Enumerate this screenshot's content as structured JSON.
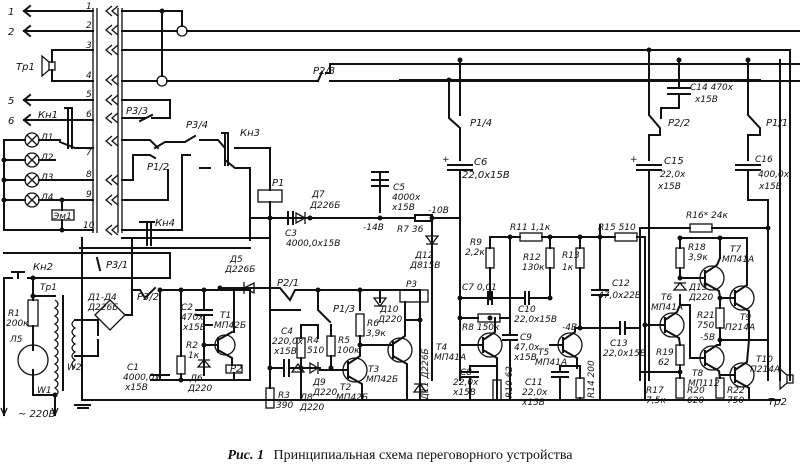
{
  "caption": {
    "prefix": "Рис. 1",
    "title": "Принципиальная схема переговорного устройства"
  },
  "connector": {
    "pins": [
      "1",
      "2",
      "3",
      "4",
      "5",
      "6",
      "7",
      "8",
      "9",
      "10"
    ],
    "external_lines": [
      "1",
      "2",
      "5",
      "6"
    ]
  },
  "labels": {
    "tr1_speaker": "Тр1",
    "tr2_speaker": "Тр2",
    "kn1": "Кн1",
    "kn2": "Кн2",
    "kn3": "Кн3",
    "kn4": "Кн4",
    "l1": "Л1",
    "l2": "Л2",
    "l3": "Л3",
    "l4": "Л4",
    "l5": "Л5",
    "em1": "Эм1",
    "p3_3": "Р3/3",
    "p3_4": "Р3/4",
    "p1_2": "Р1/2",
    "p3_1": "Р3/1",
    "p3_2": "Р3/2",
    "p2_3": "Р2/3",
    "p1_4": "Р1/4",
    "p2_2": "Р2/2",
    "p1_1": "Р1/1",
    "p2_1": "Р2/1",
    "p1_3": "Р1/3",
    "p1": "Р1",
    "p2": "Р2",
    "p3": "Р3",
    "r1": "R1",
    "r1_val": "200к",
    "tr1_xfmr": "Тр1",
    "w1": "W1",
    "w2": "W2",
    "mains": "~ 220В",
    "d1d4": "Д1-Д4",
    "d1d4_type": "Д226Б",
    "c1": "C1",
    "c1_val1": "4000,0х",
    "c1_val2": "х15В",
    "r2": "R2",
    "r2_val": "1к",
    "c2": "C2",
    "c2_val1": "470х",
    "c2_val2": "х15В",
    "d6": "Д6",
    "d6_type": "Д220",
    "t1": "Т1",
    "t1_type": "МП42Б",
    "d5": "Д5",
    "d5_type": "Д226Б",
    "d7": "Д7",
    "d7_type": "Д226Б",
    "c3": "C3",
    "c3_val": "4000,0х15В",
    "c5": "C5",
    "c5_val1": "4000х",
    "c5_val2": "х15В",
    "v14": "-14В",
    "v10": "-10В",
    "v4": "-4В",
    "v5": "-5В",
    "r7": "R7 36",
    "d12": "Д12",
    "d12_type": "Д815В",
    "c4": "C4",
    "c4_val1": "220,0х",
    "c4_val2": "х15В",
    "r3": "R3",
    "r3_val": "390",
    "r4": "R4",
    "r4_val": "510",
    "r5": "R5",
    "r5_val": "100к",
    "r6": "R6",
    "r6_val": "3,9к",
    "d8": "Д8",
    "d8_type": "Д220",
    "d9": "Д9",
    "d9_type": "Д220",
    "d10": "Д10",
    "d10_type": "Д220",
    "d11": "Д11 Д226Б",
    "t2": "Т2",
    "t2_type": "МП42Б",
    "t3": "Т3",
    "t3_type": "МП42Б",
    "c6": "C6",
    "c6_val": "22,0х15В",
    "c14": "C14 470х",
    "c14_val2": "х15В",
    "c15": "C15",
    "c15_val1": "22,0х",
    "c15_val2": "х15В",
    "c16": "C16",
    "c16_val1": "400,0х",
    "c16_val2": "х15В",
    "r9": "R9",
    "r9_val": "2,2к",
    "r11": "R11 1,1к",
    "r12": "R12",
    "r12_val": "130к",
    "r13": "R13",
    "r13_val": "1к",
    "r15": "R15 510",
    "r16": "R16* 24к",
    "c7": "C7 0,01",
    "r8": "R8 150к",
    "c10": "C10",
    "c10_val": "22,0х15В",
    "c9": "C9",
    "c9_val1": "47,0х",
    "c9_val2": "х15В",
    "c12": "C12",
    "c12_val": "47,0х22В",
    "c13": "C13",
    "c13_val": "22,0х15В",
    "t4": "Т4",
    "t4_type": "МП41А",
    "t5": "Т5",
    "t5_type": "МП41А",
    "c8": "C8",
    "c8_val1": "22,0х",
    "c8_val2": "х15В",
    "c11": "C11",
    "c11_val1": "22,0х",
    "c11_val2": "х15В",
    "r10": "R10 62",
    "r14": "R14 200",
    "r17": "R17",
    "r17_val": "7,5к",
    "r18": "R18",
    "r18_val": "3,9к",
    "r19": "R19",
    "r19_val": "62",
    "r20": "R20",
    "r20_val": "620",
    "r21": "R21",
    "r21_val": "750",
    "r22": "R22",
    "r22_val": "750",
    "d13": "Д13",
    "d13_type": "Д220",
    "t6": "Т6",
    "t6_type": "МП41А",
    "t7": "Т7",
    "t7_type": "МП41А",
    "t8": "Т8",
    "t8_type": "МП112",
    "t9": "Т9",
    "t9_type": "П214А",
    "t10": "Т10",
    "t10_type": "П214А"
  }
}
